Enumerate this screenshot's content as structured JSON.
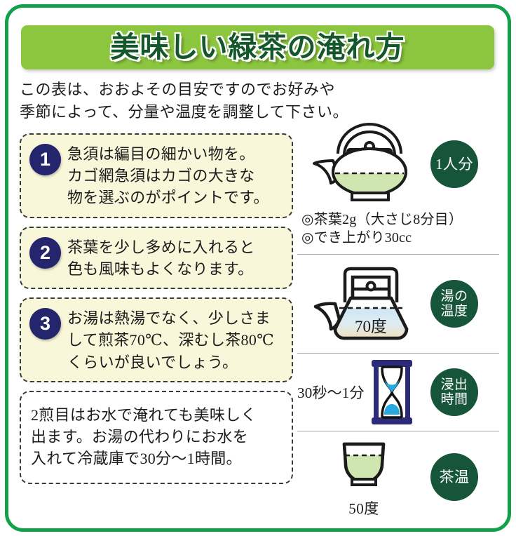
{
  "frame": {
    "border_color": "#12a04a"
  },
  "header": {
    "title": "美味しい緑茶の淹れ方",
    "banner_color": "#8cc63f",
    "title_color": "#14572a"
  },
  "intro": {
    "line1": "この表は、おおよその目安ですのでお好みや",
    "line2": "季節によって、分量や温度を調整して下さい。"
  },
  "steps": [
    {
      "number": "1",
      "lines": [
        "急須は編目の細かい物を。",
        "カゴ網急須はカゴの大きな",
        "物を選ぶのがポイントです。"
      ]
    },
    {
      "number": "2",
      "lines": [
        "茶葉を少し多めに入れると",
        "色も風味もよくなります。"
      ]
    },
    {
      "number": "3",
      "lines": [
        "お湯は熱湯でなく、少しさま",
        "して煎茶70℃、深むし茶80℃",
        "くらいが良いでしょう。"
      ]
    },
    {
      "number": "",
      "lines": [
        "2煎目はお水で淹れても美味しく",
        "出ます。お湯の代わりにお水を",
        "入れて冷蔵庫で30分〜1時間。"
      ]
    }
  ],
  "measures": [
    {
      "icon": "teapot-icon",
      "badge": "1人分",
      "notes": [
        "◎茶葉2g（大さじ8分目）",
        "◎でき上がり30cc"
      ]
    },
    {
      "icon": "kettle-icon",
      "badge_line1": "湯の",
      "badge_line2": "温度",
      "value": "70度"
    },
    {
      "icon": "hourglass-icon",
      "badge_line1": "浸出",
      "badge_line2": "時間",
      "value": "30秒〜1分"
    },
    {
      "icon": "teacup-icon",
      "badge": "茶温",
      "value": "50度"
    }
  ],
  "colors": {
    "badge_green": "#17553a",
    "number_navy": "#25256e",
    "box_cream": "#f8f7da",
    "tea_green": "#cfe6b0",
    "hourglass_navy": "#2b2b7a",
    "sand_blue": "#29a8e0"
  }
}
